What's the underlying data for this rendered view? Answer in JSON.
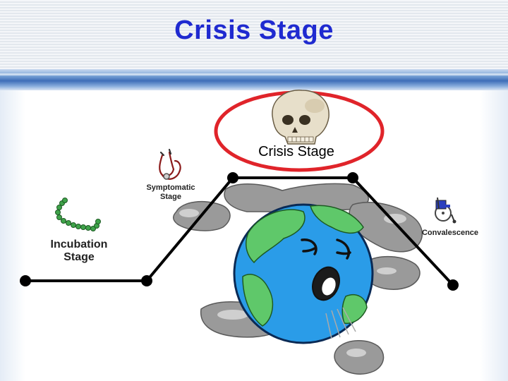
{
  "slide": {
    "title": "Crisis Stage"
  },
  "stages": {
    "incubation_line1": "Incubation",
    "incubation_line2": "Stage",
    "symptomatic_line1": "Symptomatic",
    "symptomatic_line2": "Stage",
    "crisis": "Crisis Stage",
    "convalescence": "Convalescence"
  },
  "icons": {
    "incubation": "bacteria-chain-icon",
    "symptomatic": "stethoscope-icon",
    "crisis": "skull-icon",
    "convalescence": "wheelchair-icon",
    "center": "sick-earth-icon"
  },
  "colors": {
    "title": "#1f2ad0",
    "highlight_ellipse": "#e0242a",
    "path_line": "#000000",
    "ocean": "#2a9ce8",
    "land": "#5fc86a",
    "clouds": "#8f8f8f"
  }
}
